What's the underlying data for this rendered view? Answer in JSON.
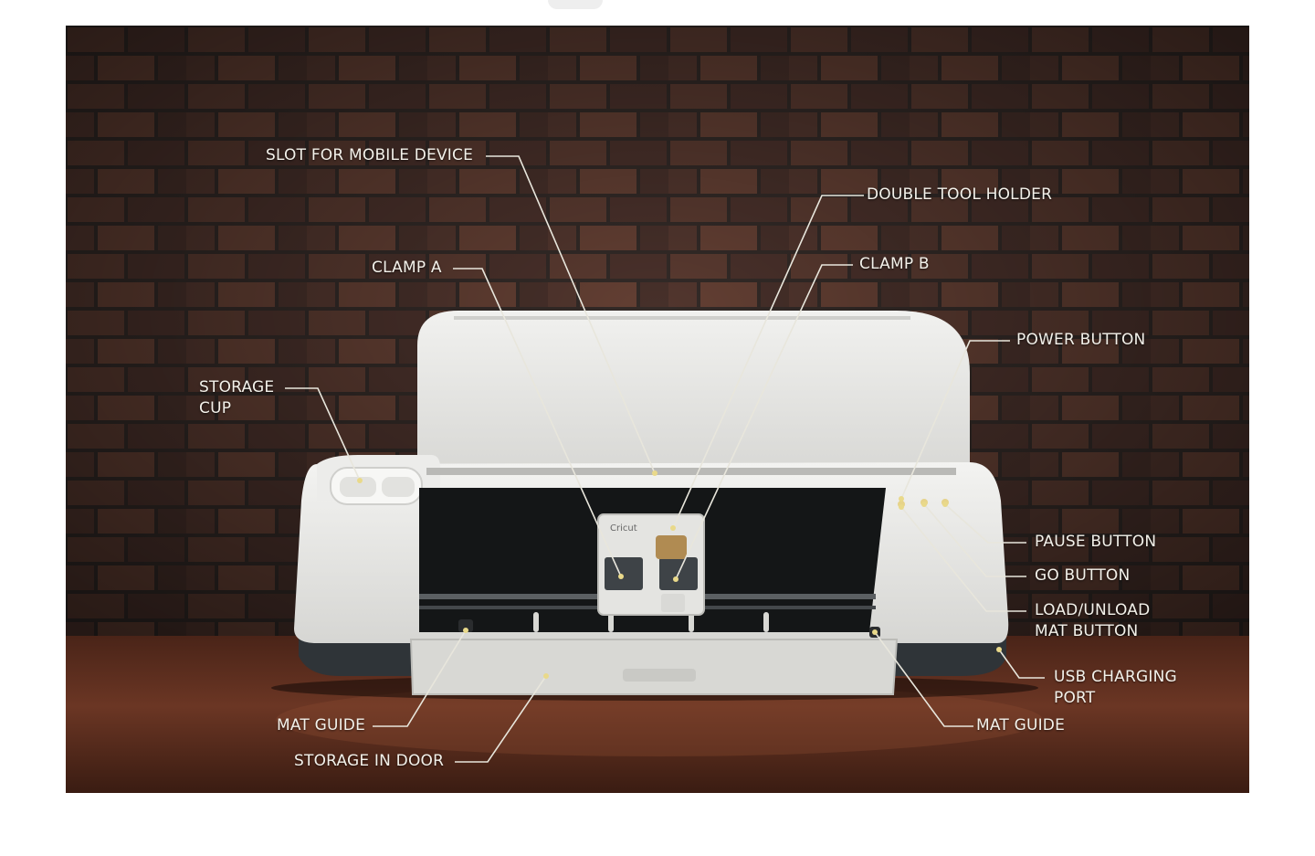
{
  "colors": {
    "brick_mortar": "#3a302c",
    "wall_dark": "#2b2320",
    "table_wood": "#5a2e20",
    "machine_body": "#e6e6e4",
    "machine_base": "#2f3438",
    "leader_line": "#e8e6dc",
    "callout_dot": "#e9d98a"
  },
  "labels": {
    "slot_mobile": "SLOT FOR MOBILE DEVICE",
    "double_tool": "DOUBLE TOOL HOLDER",
    "clamp_a": "CLAMP A",
    "clamp_b": "CLAMP B",
    "power_button": "POWER BUTTON",
    "storage_cup": [
      "STORAGE",
      "CUP"
    ],
    "pause_button": "PAUSE BUTTON",
    "go_button": "GO BUTTON",
    "load_unload": [
      "LOAD/UNLOAD",
      "MAT BUTTON"
    ],
    "usb_port": [
      "USB CHARGING",
      "PORT"
    ],
    "mat_guide_left": "MAT GUIDE",
    "mat_guide_right": "MAT GUIDE",
    "storage_door": "STORAGE IN DOOR"
  },
  "machine": {
    "logo": "Cricut"
  }
}
